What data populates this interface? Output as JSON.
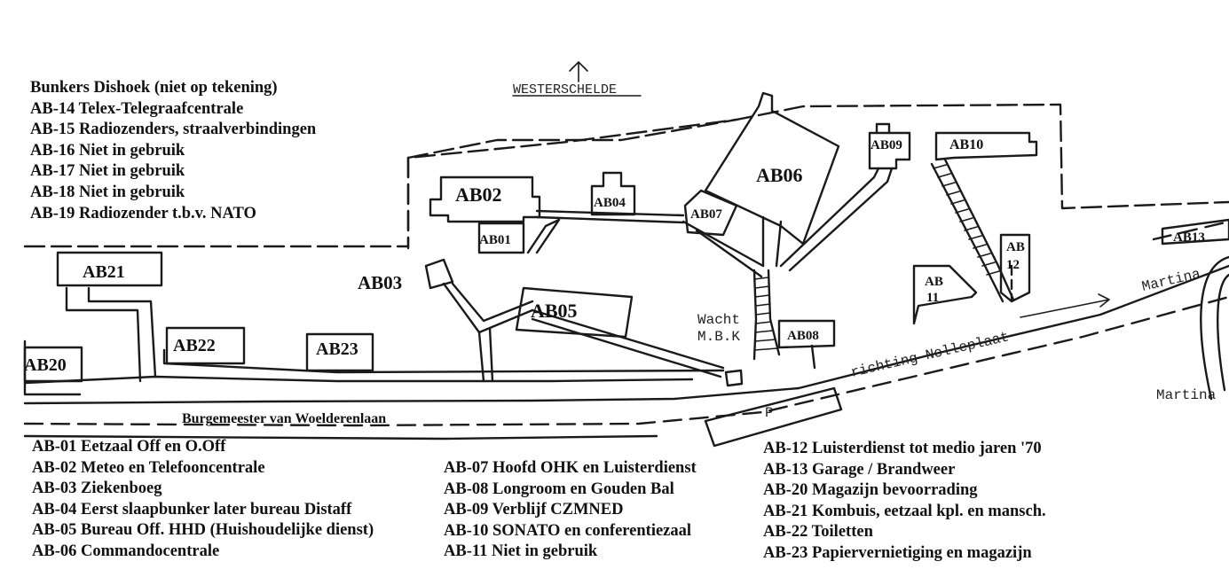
{
  "title_dishoek": "Bunkers Dishoek (niet op tekening)",
  "legend_top": [
    "AB-14 Telex-Telegraafcentrale",
    "AB-15 Radiozenders, straalverbindingen",
    "AB-16 Niet in gebruik",
    "AB-17 Niet in gebruik",
    "AB-18 Niet in gebruik",
    "AB-19 Radiozender t.b.v. NATO"
  ],
  "legend_bottom_left": [
    "AB-01 Eetzaal Off en O.Off",
    "AB-02 Meteo en Telefooncentrale",
    "AB-03 Ziekenboeg",
    "AB-04 Eerst slaapbunker later bureau Distaff",
    "AB-05 Bureau Off. HHD (Huishoudelijke dienst)",
    "AB-06 Commandocentrale"
  ],
  "legend_bottom_middle": [
    "AB-07 Hoofd OHK en Luisterdienst",
    "AB-08 Longroom en Gouden Bal",
    "AB-09 Verblijf CZMNED",
    "AB-10 SONATO en conferentiezaal",
    "AB-11 Niet in gebruik"
  ],
  "legend_bottom_right": [
    "AB-12 Luisterdienst tot medio jaren '70",
    "AB-13 Garage / Brandweer",
    "AB-20 Magazijn bevoorrading",
    "AB-21 Kombuis, eetzaal kpl. en mansch.",
    "AB-22 Toiletten",
    "AB-23 Papiervernietiging en magazijn"
  ],
  "map": {
    "north_label": "WESTERSCHELDE",
    "road_label": "Burgemeester van Woelderenlaan",
    "direction_label": "richting Nolleplaat",
    "martina_1": "Martina",
    "martina_2": "Martina",
    "wacht_1": "Wacht",
    "wacht_2": "M.B.K",
    "parking": "P",
    "bunkers": {
      "ab01": "AB01",
      "ab02": "AB02",
      "ab03": "AB03",
      "ab04": "AB04",
      "ab05": "AB05",
      "ab06": "AB06",
      "ab07": "AB07",
      "ab08": "AB08",
      "ab09": "AB09",
      "ab10": "AB10",
      "ab11a": "AB",
      "ab11b": "11",
      "ab12a": "AB",
      "ab12b": "12",
      "ab13": "AB13",
      "ab20": "AB20",
      "ab21": "AB21",
      "ab22": "AB22",
      "ab23": "AB23"
    }
  }
}
